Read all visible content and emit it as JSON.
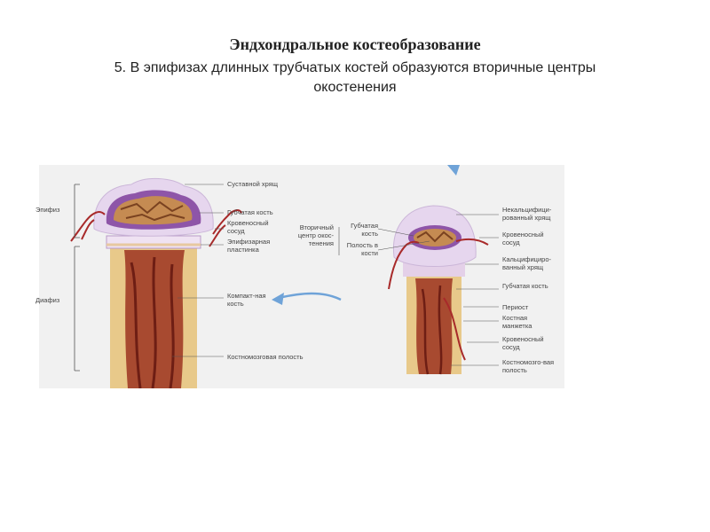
{
  "header": {
    "title": "Эндхондральное костеобразование",
    "subtitle": "5. В эпифизах длинных трубчатых костей образуются вторичные центры окостенения"
  },
  "figure": {
    "left_bone": {
      "zones": {
        "epiphysis": "Эпифиз",
        "diaphysis": "Диафиз"
      },
      "labels": {
        "articular_cartilage": "Суставной хрящ",
        "spongy_bone": "Губчатая кость",
        "blood_vessel": "Кровеносный сосуд",
        "epiphyseal_plate": "Эпифизарная пластинка",
        "compact_bone": "Компакт-ная кость",
        "marrow_cavity": "Костномозговая полость"
      }
    },
    "center_labels": {
      "secondary_center": "Вторичный центр окос-тенения",
      "spongy_bone": "Губчатая кость",
      "bone_cavity": "Полость в кости"
    },
    "right_bone": {
      "labels": {
        "noncalcified_cartilage": "Некальцифици-рованный хрящ",
        "blood_vessel_top": "Кровеносный сосуд",
        "calcified_cartilage": "Кальцифициро-ванный хрящ",
        "spongy_bone": "Губчатая кость",
        "periosteum": "Периост",
        "bone_collar": "Костная манжетка",
        "blood_vessel_bottom": "Кровеносный сосуд",
        "marrow_cavity": "Костномозго-вая полость"
      }
    },
    "colors": {
      "cartilage": "#e6d6ee",
      "cartilage_outline": "#8a5aa8",
      "spongy": "#c58b52",
      "bone_shaft": "#e8c98a",
      "marrow": "#9a3a26",
      "vessel": "#a82a2a",
      "arrow": "#6fa3d8"
    }
  }
}
